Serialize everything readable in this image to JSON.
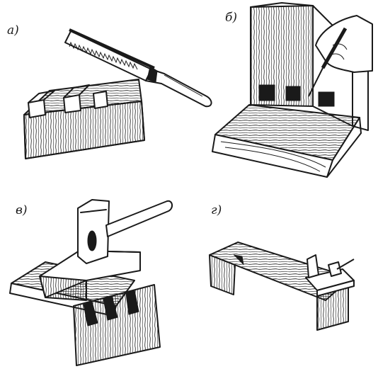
{
  "labels": {
    "a": "a)",
    "b": "б)",
    "v": "в)",
    "g": "г)"
  },
  "icons": {
    "a": "saw-cutting-tenons-illustration",
    "b": "chisel-marking-illustration",
    "v": "hammer-assembly-illustration",
    "g": "plane-finishing-illustration"
  },
  "colors": {
    "ink": "#1a1a1a",
    "paper": "#ffffff"
  }
}
